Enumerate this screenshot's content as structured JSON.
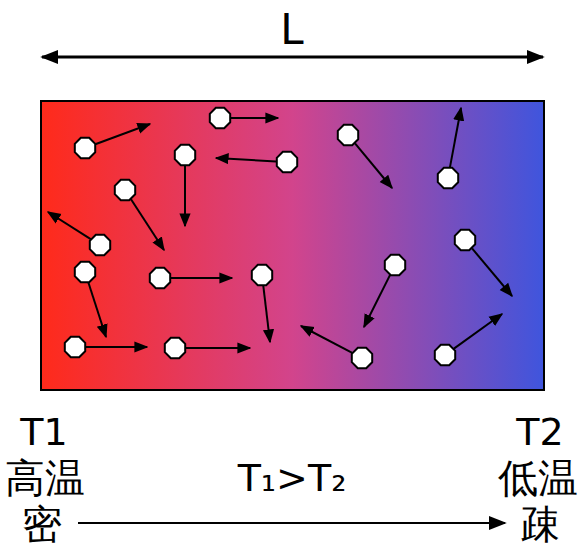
{
  "diagram": {
    "labels": [
      "L",
      "T1",
      "高温",
      "密",
      "T₁>T₂",
      "T2",
      "低温",
      "疎"
    ]
  }
}
